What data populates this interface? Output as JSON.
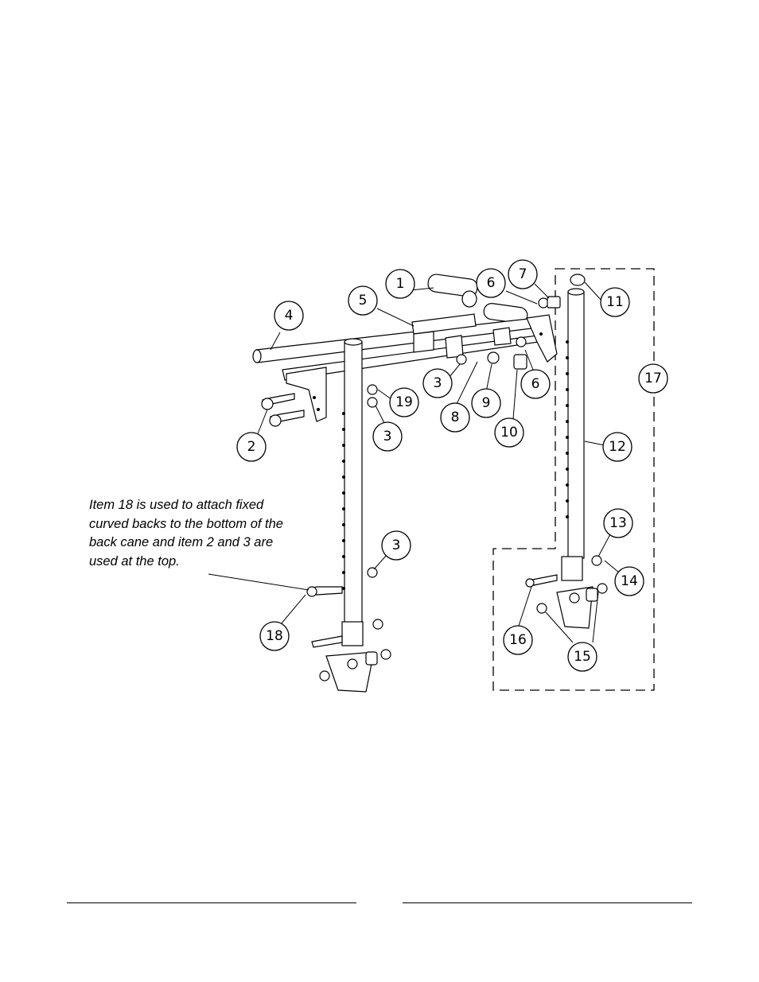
{
  "note": "Item 18 is used to attach fixed curved backs to the bottom of the back cane and item 2 and 3 are used at the top.",
  "callouts": [
    {
      "label": "1"
    },
    {
      "label": "2"
    },
    {
      "label": "3"
    },
    {
      "label": "3"
    },
    {
      "label": "3"
    },
    {
      "label": "4"
    },
    {
      "label": "5"
    },
    {
      "label": "6"
    },
    {
      "label": "6"
    },
    {
      "label": "7"
    },
    {
      "label": "8"
    },
    {
      "label": "9"
    },
    {
      "label": "10"
    },
    {
      "label": "11"
    },
    {
      "label": "12"
    },
    {
      "label": "13"
    },
    {
      "label": "14"
    },
    {
      "label": "15"
    },
    {
      "label": "16"
    },
    {
      "label": "17"
    },
    {
      "label": "18"
    },
    {
      "label": "19"
    }
  ]
}
